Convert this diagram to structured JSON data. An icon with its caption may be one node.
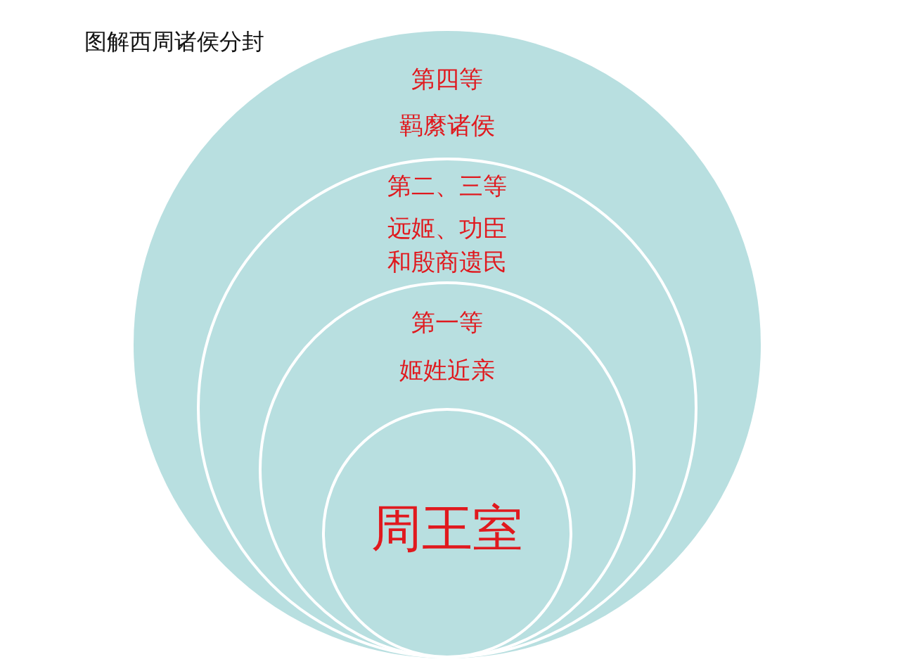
{
  "diagram": {
    "title": "图解西周诸侯分封",
    "nodes": [
      {
        "text": [
          "第四等",
          "羁縻诸侯"
        ]
      },
      {
        "text": [
          "第二、三等",
          "远姬、功臣和殷商遗民"
        ],
        "in": 0
      },
      {
        "text": [
          "第一等",
          "姬姓近亲"
        ],
        "in": 1
      },
      {
        "text": [
          "周王室"
        ],
        "in": 2
      }
    ]
  }
}
